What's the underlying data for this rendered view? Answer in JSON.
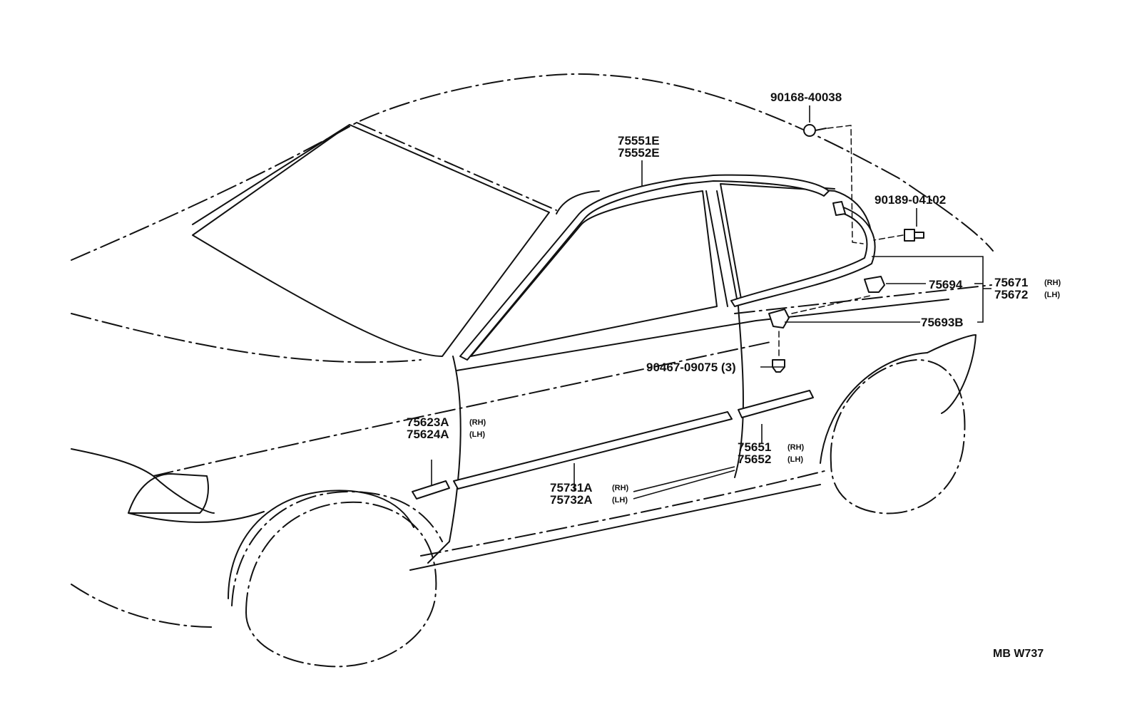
{
  "parts": {
    "roof_molding_a": "75551E",
    "roof_molding_b": "75552E",
    "screw_top": "90168-40038",
    "screw_right": "90189-04102",
    "clip_75694": "75694",
    "rear_molding_rh": "75671",
    "rear_molding_lh": "75672",
    "clip_75693b": "75693B",
    "clip_90467": "90467-09075 (3)",
    "fender_molding_rh": "75623A",
    "fender_molding_lh": "75624A",
    "front_door_molding_rh": "75731A",
    "front_door_molding_lh": "75732A",
    "rear_door_molding_rh": "75651",
    "rear_door_molding_lh": "75652"
  },
  "side_tags": {
    "rh": "(RH)",
    "lh": "(LH)"
  },
  "diagram_code": "MB W737"
}
